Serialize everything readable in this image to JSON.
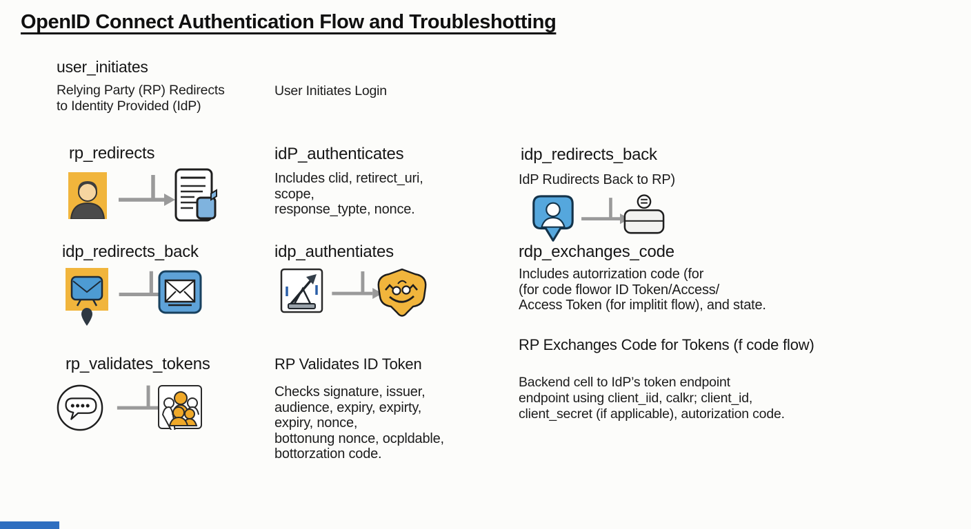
{
  "title": "OpenID Connect Authentication Flow and Troubleshotting",
  "colors": {
    "background": "#FCFCFA",
    "text": "#1b1b1b",
    "accent_yellow": "#F1B53C",
    "accent_blue": "#5EA2D8",
    "arrow_gray": "#9A9A9A",
    "bottom_bar_blue": "#2F6FC0"
  },
  "sections": {
    "user_initiates": {
      "heading": "user_initiates",
      "left_text": "Relying Party (RP) Redirects\nto Identity Provided (IdP)",
      "right_text": "User Initiates Login"
    },
    "rp_redirects": {
      "heading": "rp_redirects",
      "icons": [
        "user-avatar-icon",
        "flow-arrow-icon",
        "document-icon"
      ]
    },
    "idp_authenticates_params": {
      "heading": "idP_authenticates",
      "body": "Includes clid, retirect_uri,\nscope,\nresponse_typte, nonce."
    },
    "idp_redirects_back_right": {
      "heading": "idp_redirects_back",
      "subheading": "IdP Rudirects Back to RP)",
      "icons": [
        "user-pin-icon",
        "flow-arrow-icon",
        "card-face-icon"
      ]
    },
    "idp_redirects_back_left": {
      "heading": "idp_redirects_back",
      "icons": [
        "monitor-pin-icon",
        "flow-arrow-icon",
        "envelope-icon"
      ]
    },
    "idp_authentiates": {
      "heading": "idp_authentiates",
      "icons": [
        "presentation-icon",
        "flow-arrow-icon",
        "smiley-badge-icon"
      ]
    },
    "rdp_exchanges_code": {
      "heading": "rdp_exchanges_code",
      "body": "Includes autorrization code (for\n(for code flowor ID Token/Access/\nAccess Token (for implitit flow), and state."
    },
    "rp_exchanges_code_flow": {
      "heading": "RP Exchanges Code for Tokens (f code flow)",
      "body": "Backend cell to IdP’s token endpoint\nendpoint using client_iid, calkr; client_id,\nclient_secret (if applicable), autorization code."
    },
    "rp_validates_tokens": {
      "heading": "rp_validates_tokens",
      "icons": [
        "chat-bubble-icon",
        "flow-arrow-icon",
        "user-group-icon"
      ]
    },
    "rp_validates_id_token": {
      "heading": "RP Validates ID Token",
      "body": "Checks signature, issuer,\naudience, expiry, expirty,\nexpiry, nonce,\nbottonung nonce, ocpldable,\nbottorzation code."
    }
  }
}
